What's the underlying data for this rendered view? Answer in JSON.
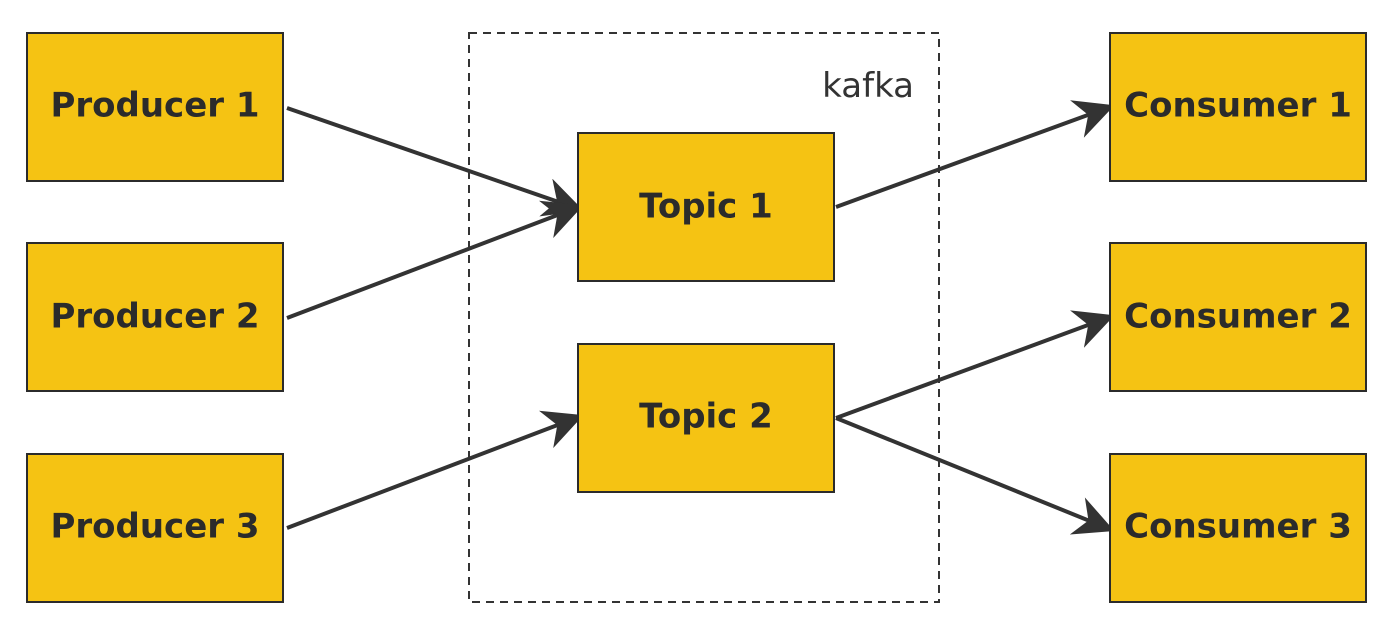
{
  "colors": {
    "box_fill": "#F5C313",
    "box_stroke": "#2B2B2B",
    "edge": "#333333",
    "container_border": "#333333"
  },
  "container": {
    "label": "kafka"
  },
  "nodes": {
    "producer1": {
      "label": "Producer 1"
    },
    "producer2": {
      "label": "Producer 2"
    },
    "producer3": {
      "label": "Producer 3"
    },
    "topic1": {
      "label": "Topic 1"
    },
    "topic2": {
      "label": "Topic 2"
    },
    "consumer1": {
      "label": "Consumer 1"
    },
    "consumer2": {
      "label": "Consumer 2"
    },
    "consumer3": {
      "label": "Consumer 3"
    }
  },
  "edges": [
    {
      "from": "producer1",
      "to": "topic1"
    },
    {
      "from": "producer2",
      "to": "topic1"
    },
    {
      "from": "producer3",
      "to": "topic2"
    },
    {
      "from": "topic1",
      "to": "consumer1"
    },
    {
      "from": "topic2",
      "to": "consumer2"
    },
    {
      "from": "topic2",
      "to": "consumer3"
    }
  ]
}
